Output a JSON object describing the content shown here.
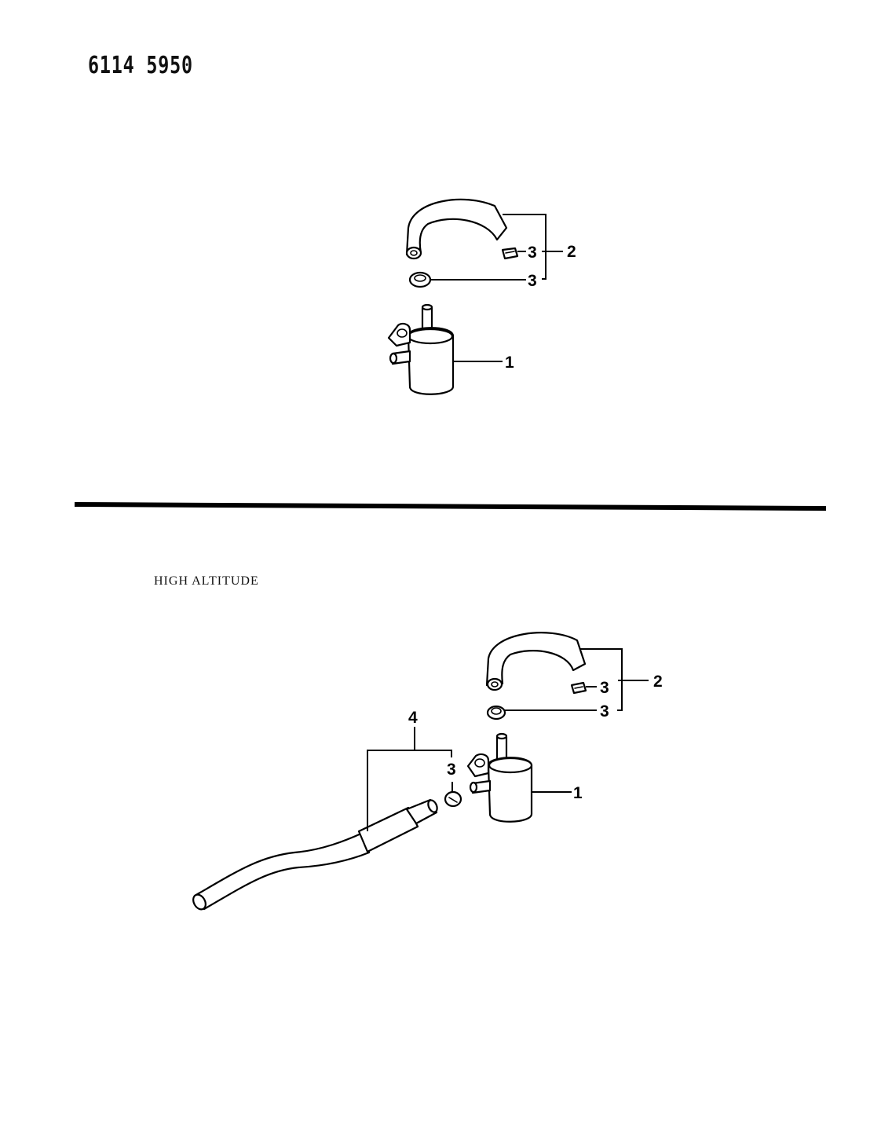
{
  "header": {
    "page_code": "6114 5950"
  },
  "sections": {
    "standard": {
      "callouts": {
        "valve": "1",
        "hose_kit": "2",
        "clip": "3",
        "clamp": "3"
      }
    },
    "high_altitude": {
      "label": "HIGH ALTITUDE",
      "callouts": {
        "valve": "1",
        "hose_kit": "2",
        "clip": "3",
        "clamp": "3",
        "tube_clamp": "3",
        "tube_kit": "4"
      }
    }
  }
}
